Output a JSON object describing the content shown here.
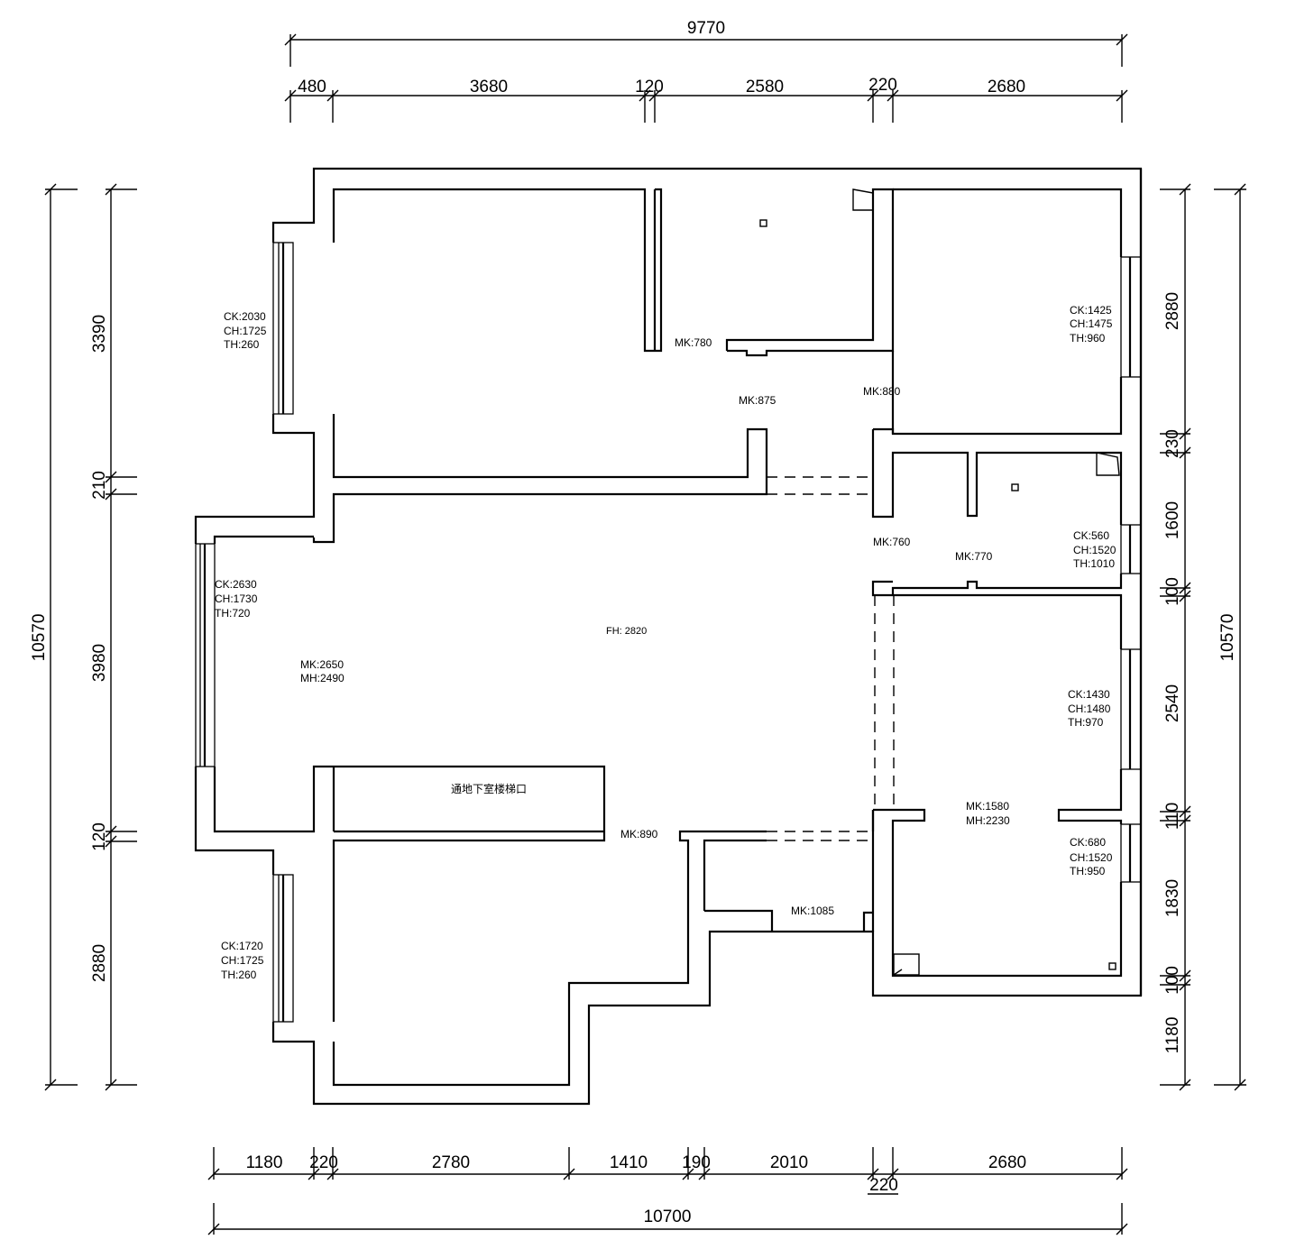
{
  "dimensions": {
    "top_total": "9770",
    "top_segments": [
      "480",
      "3680",
      "120",
      "2580",
      "220",
      "2680"
    ],
    "bottom_segments": [
      "1180",
      "220",
      "2780",
      "1410",
      "190",
      "2010",
      "2680"
    ],
    "bottom_extra": "220",
    "bottom_total": "10700",
    "left_total": "10570",
    "left_segments": [
      "3390",
      "210",
      "3980",
      "120",
      "2880"
    ],
    "right_total": "10570",
    "right_segments": [
      "2880",
      "230",
      "1600",
      "100",
      "2540",
      "110",
      "1830",
      "100",
      "1180"
    ]
  },
  "windows": {
    "w1": [
      "CK:2030",
      "CH:1725",
      "TH:260"
    ],
    "w2": [
      "CK:2630",
      "CH:1730",
      "TH:720"
    ],
    "w3": [
      "CK:1720",
      "CH:1725",
      "TH:260"
    ],
    "w4": [
      "CK:1425",
      "CH:1475",
      "TH:960"
    ],
    "w5": [
      "CK:560",
      "CH:1520",
      "TH:1010"
    ],
    "w6": [
      "CK:1430",
      "CH:1480",
      "TH:970"
    ],
    "w7": [
      "CK:680",
      "CH:1520",
      "TH:950"
    ]
  },
  "doors": {
    "d780": "MK:780",
    "d875": "MK:875",
    "d880": "MK:880",
    "d760": "MK:760",
    "d770": "MK:770",
    "d890": "MK:890",
    "d1085": "MK:1085",
    "d_living": [
      "MK:2650",
      "MH:2490"
    ],
    "d_room": [
      "MK:1580",
      "MH:2230"
    ]
  },
  "floor_height": "FH: 2820",
  "stair_label": "通地下室楼梯口"
}
